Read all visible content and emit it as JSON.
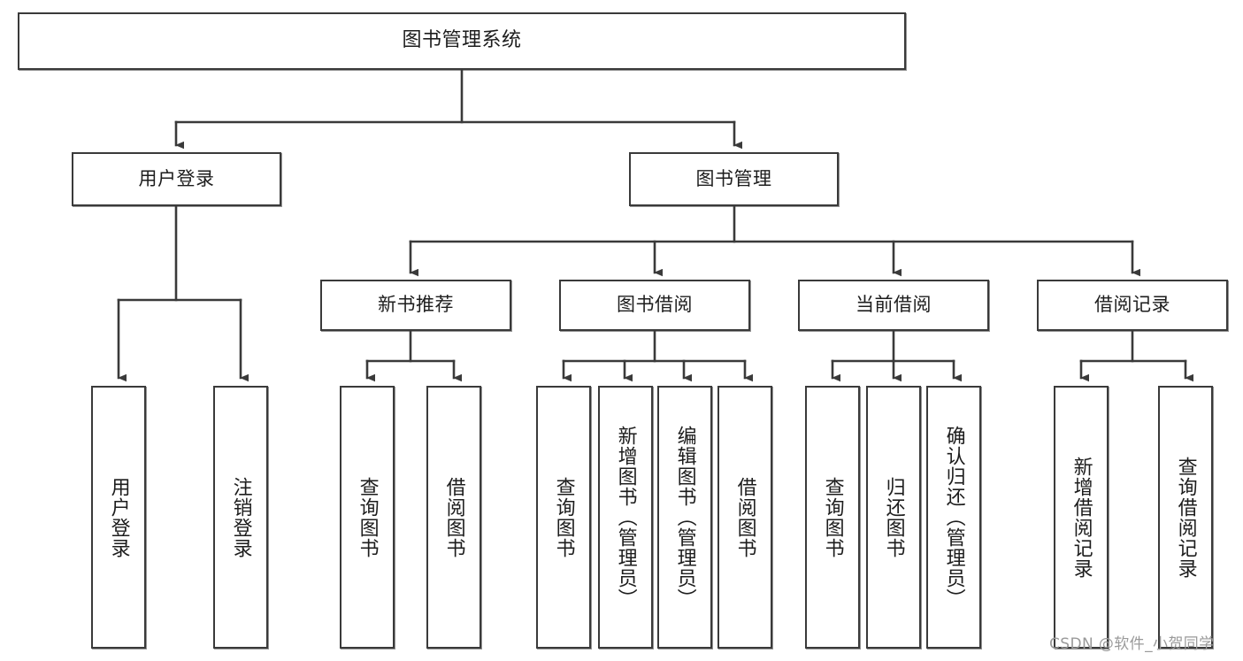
{
  "diagram": {
    "type": "tree-hierarchy",
    "title": "图书管理系统",
    "watermark": "CSDN @软件_小贺同学",
    "colors": {
      "box_border": "#3a3a3a",
      "box_fill": "#ffffff",
      "edge": "#3a3a3a",
      "text": "#1d1d1d",
      "watermark": "#9a9a9a",
      "background": "#ffffff"
    },
    "nodes": {
      "root": {
        "label": "图书管理系统"
      },
      "level2": {
        "user_login": {
          "label": "用户登录"
        },
        "book_manage": {
          "label": "图书管理"
        }
      },
      "level3": {
        "new_book_rec": {
          "label": "新书推荐"
        },
        "book_borrow": {
          "label": "图书借阅"
        },
        "current_borrow": {
          "label": "当前借阅"
        },
        "borrow_record": {
          "label": "借阅记录"
        }
      },
      "leaves": {
        "user_login": [
          {
            "label": "用户登录"
          },
          {
            "label": "注销登录"
          }
        ],
        "new_book_rec": [
          {
            "label": "查询图书"
          },
          {
            "label": "借阅图书"
          }
        ],
        "book_borrow": [
          {
            "label": "查询图书"
          },
          {
            "label": "新增图书（管理员）"
          },
          {
            "label": "编辑图书（管理员）"
          },
          {
            "label": "借阅图书"
          }
        ],
        "current_borrow": [
          {
            "label": "查询图书"
          },
          {
            "label": "归还图书"
          },
          {
            "label": "确认归还（管理员）"
          }
        ],
        "borrow_record": [
          {
            "label": "新增借阅记录"
          },
          {
            "label": "查询借阅记录"
          }
        ]
      }
    }
  }
}
